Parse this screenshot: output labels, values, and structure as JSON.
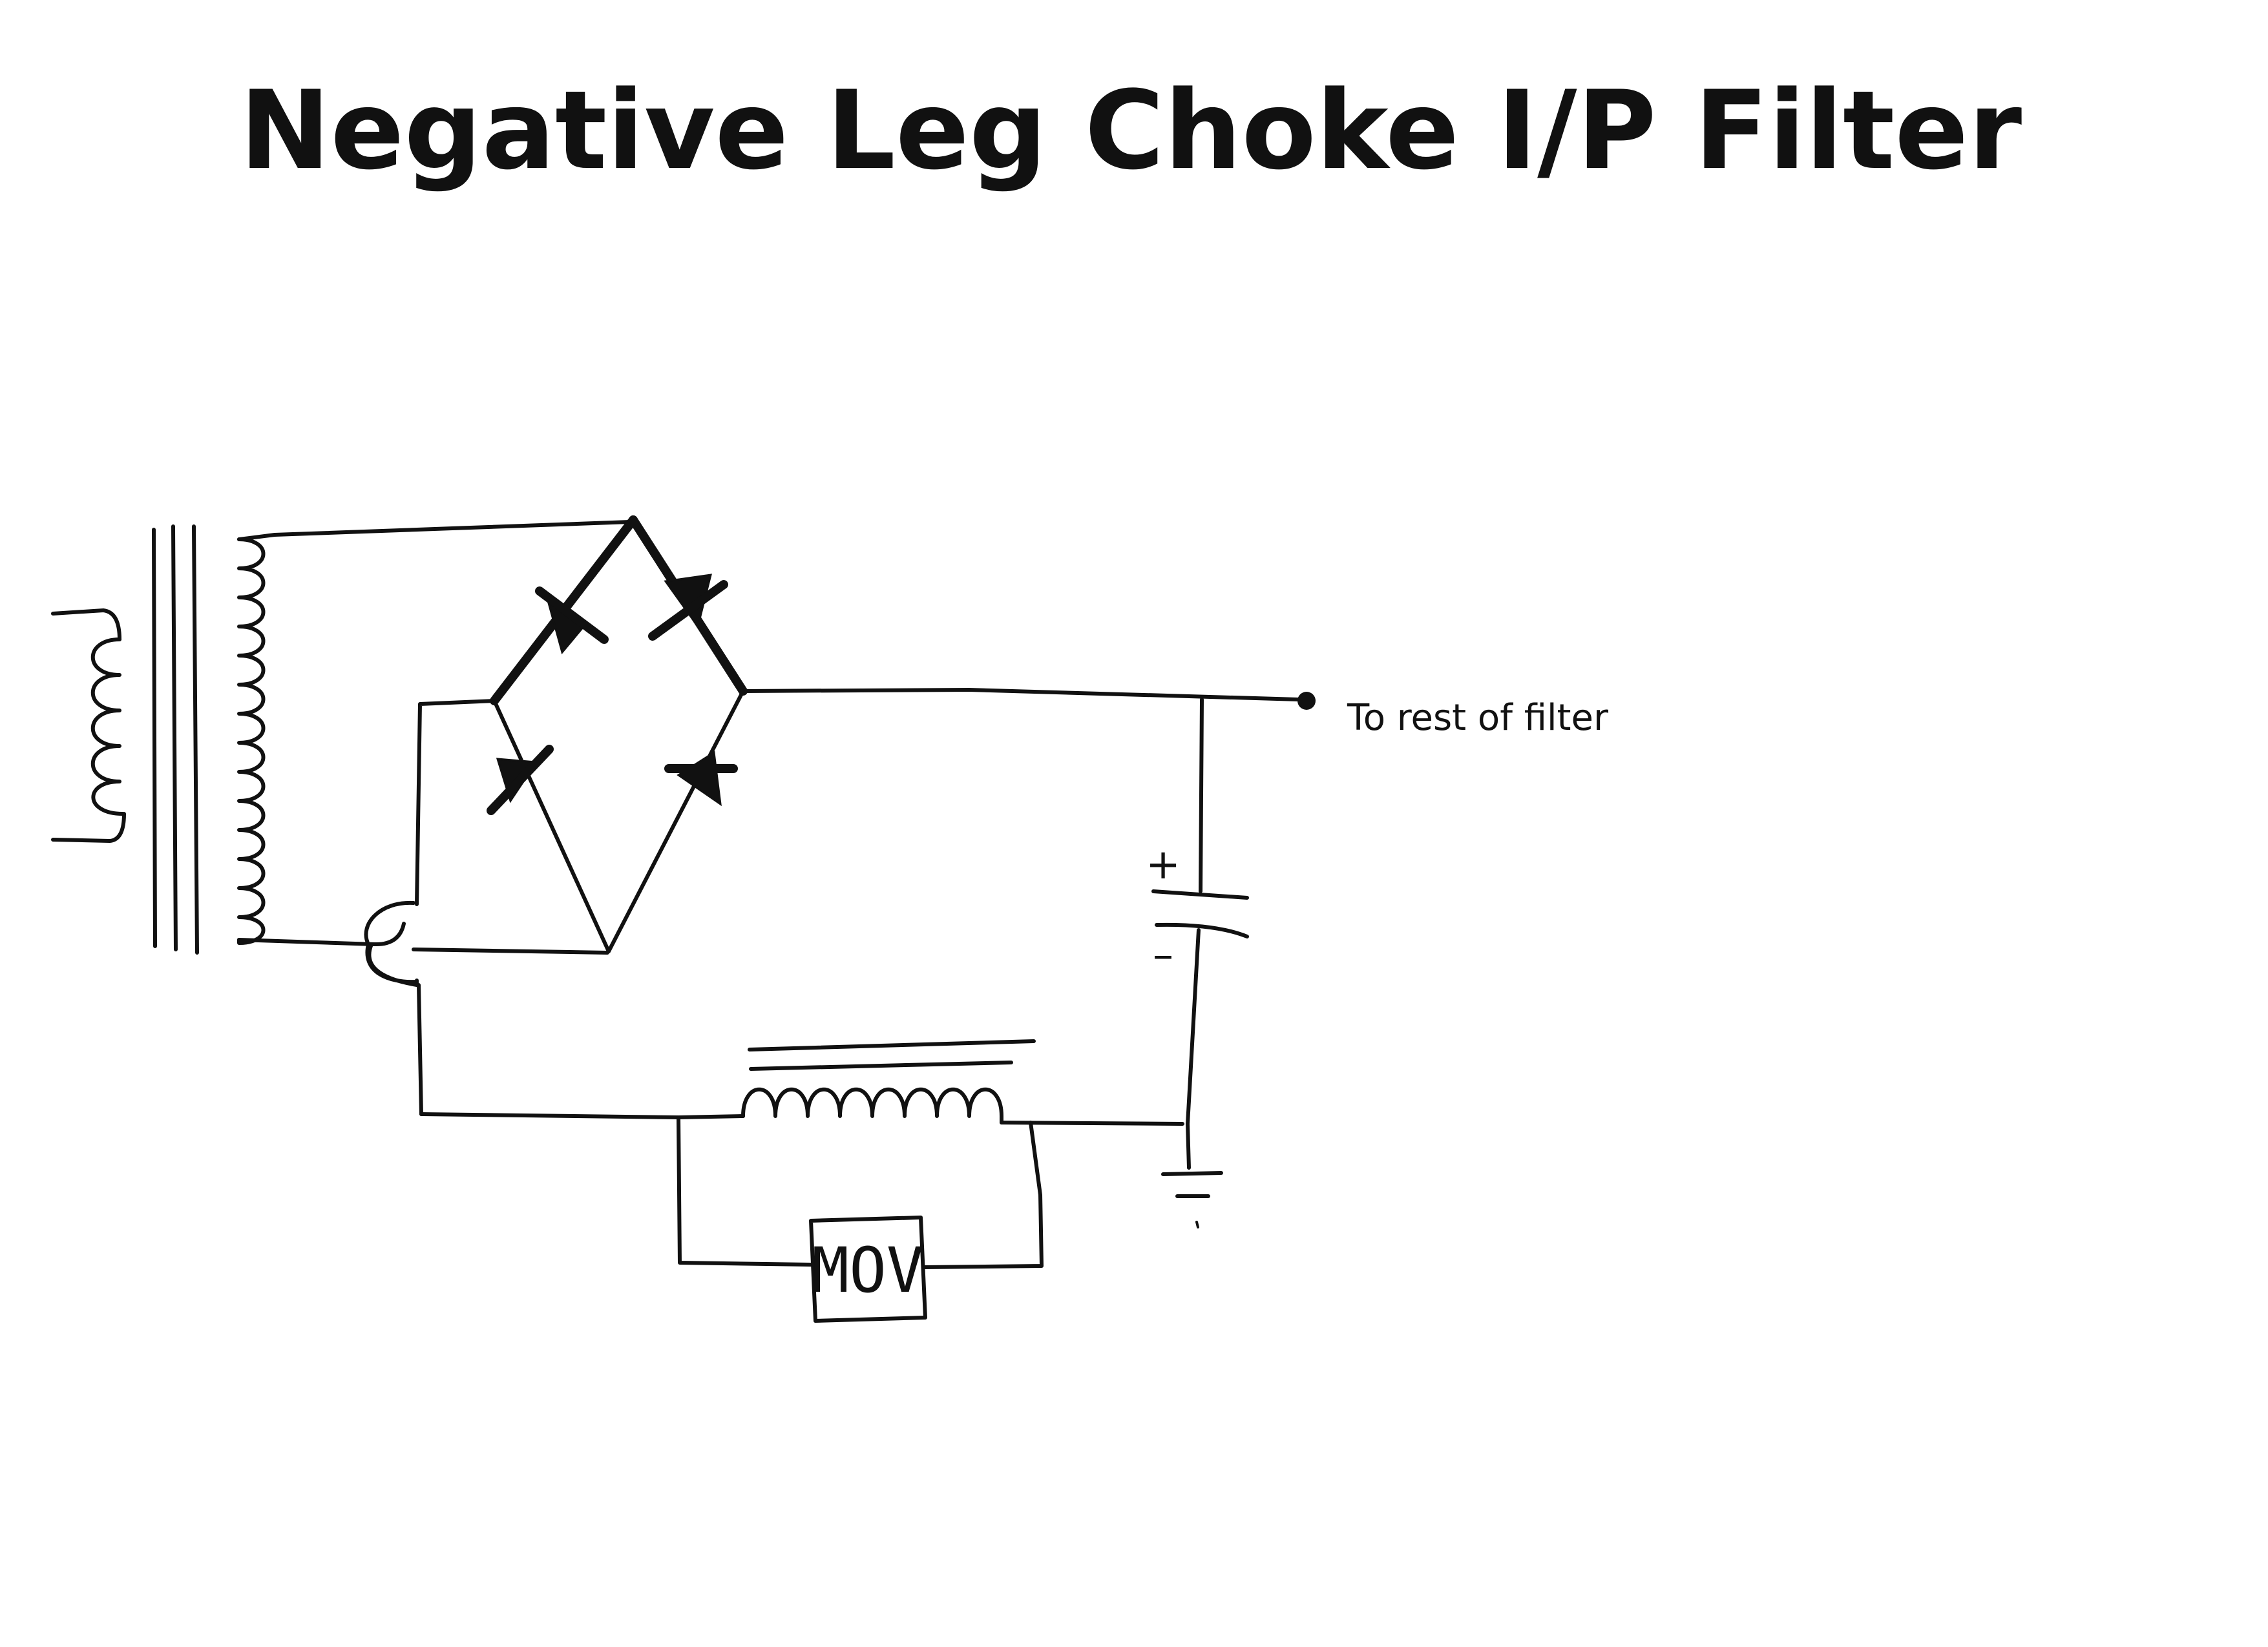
{
  "diagram": {
    "title": "Negative Leg Choke I/P Filter",
    "output_label": "To rest of filter",
    "capacitor_plus": "+",
    "capacitor_minus": "–",
    "mov_label": "MOV"
  },
  "colors": {
    "ink": "#111111",
    "paper": "#ffffff"
  }
}
